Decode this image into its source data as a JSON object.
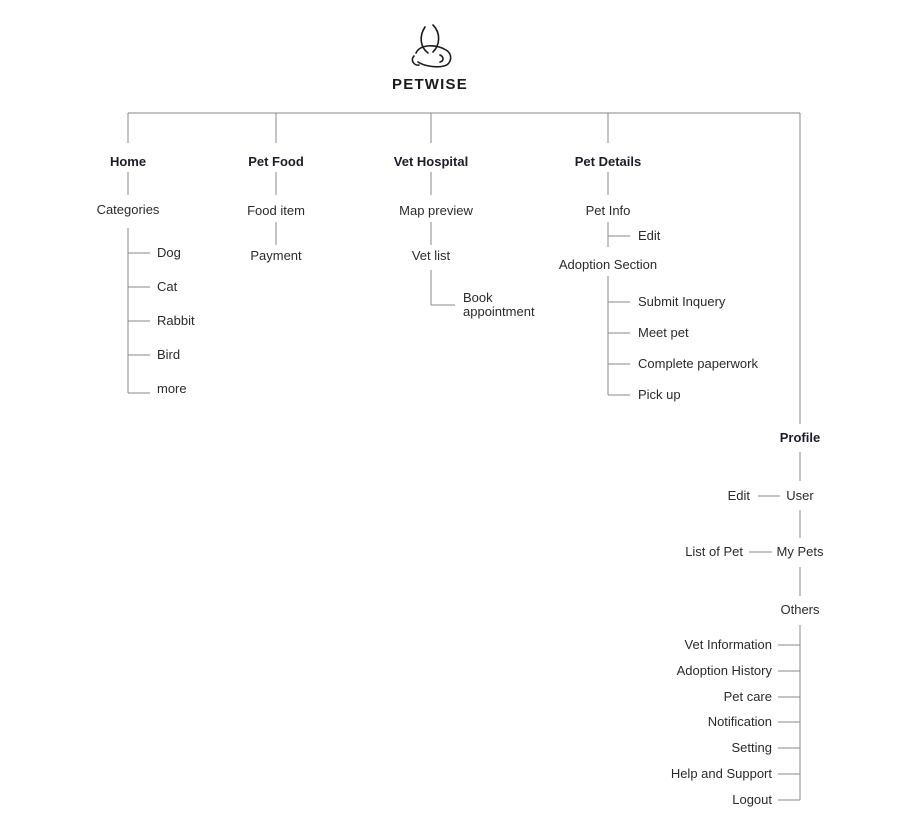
{
  "brand": {
    "name": "PETWISE",
    "logo_icon": "rabbit-logo-icon"
  },
  "home": {
    "title": "Home",
    "categories": "Categories",
    "items": [
      "Dog",
      "Cat",
      "Rabbit",
      "Bird",
      "more"
    ]
  },
  "pet_food": {
    "title": "Pet Food",
    "food_item": "Food item",
    "payment": "Payment"
  },
  "vet_hospital": {
    "title": "Vet Hospital",
    "map_preview": "Map preview",
    "vet_list": "Vet list",
    "book_line1": "Book",
    "book_line2": "appointment"
  },
  "pet_details": {
    "title": "Pet Details",
    "pet_info": "Pet Info",
    "edit": "Edit",
    "adoption_section": "Adoption Section",
    "adoption_steps": [
      "Submit Inquery",
      "Meet pet",
      "Complete paperwork",
      "Pick up"
    ]
  },
  "profile": {
    "title": "Profile",
    "user": "User",
    "edit": "Edit",
    "my_pets": "My Pets",
    "list_of_pet": "List of Pet",
    "others": "Others",
    "other_items": [
      "Vet Information",
      "Adoption History",
      "Pet care",
      "Notification",
      "Setting",
      "Help and Support",
      "Logout"
    ]
  }
}
